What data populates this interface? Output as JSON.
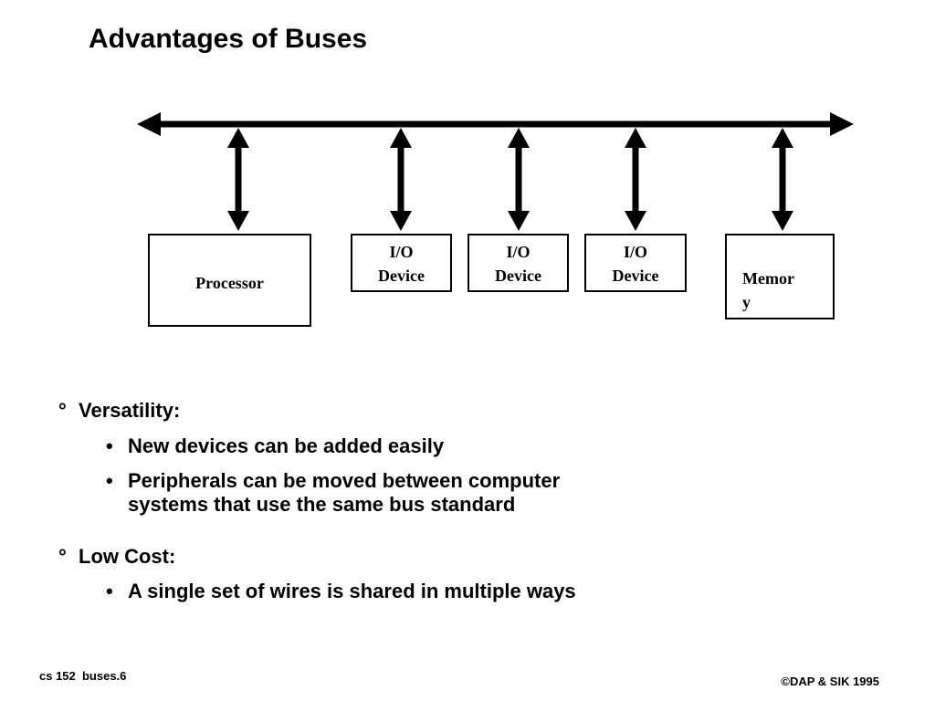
{
  "title": "Advantages of Buses",
  "diagram": {
    "boxes": [
      {
        "label_lines": [
          "Processor"
        ]
      },
      {
        "label_lines": [
          "I/O",
          "Device"
        ]
      },
      {
        "label_lines": [
          "I/O",
          "Device"
        ]
      },
      {
        "label_lines": [
          "I/O",
          "Device"
        ]
      },
      {
        "label_lines": [
          "Memor",
          "y"
        ]
      }
    ]
  },
  "bullets": [
    {
      "marker": "°",
      "label": "Versatility:",
      "sub": [
        {
          "marker": "•",
          "lines": [
            "New devices can be added easily"
          ]
        },
        {
          "marker": "•",
          "lines": [
            "Peripherals can be moved between computer",
            "systems that use the same bus standard"
          ]
        }
      ]
    },
    {
      "marker": "°",
      "label": "Low Cost:",
      "sub": [
        {
          "marker": "•",
          "lines": [
            "A single set of wires is shared in multiple ways"
          ]
        }
      ]
    }
  ],
  "footer": {
    "left": "cs 152  buses.6",
    "right": "©DAP & SIK 1995"
  }
}
